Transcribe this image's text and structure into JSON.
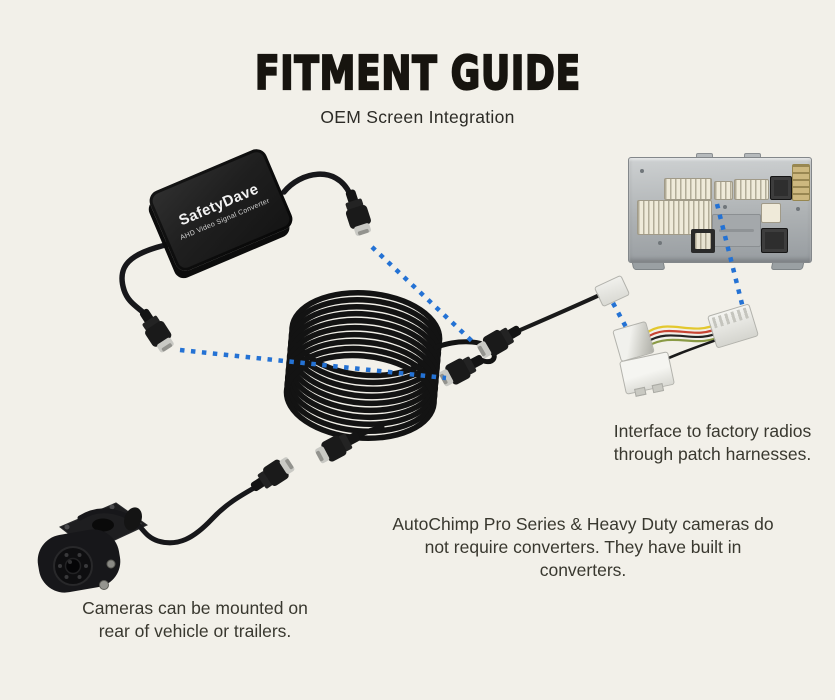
{
  "page": {
    "title": "FITMENT GUIDE",
    "subtitle": "OEM Screen Integration"
  },
  "converter_box": {
    "brand": "SafetyDave",
    "model": "AHD Video Signal Converter"
  },
  "notes": {
    "harness": "Interface to factory radios\nthrough patch harnesses.",
    "cameras": "AutoChimp Pro Series & Heavy Duty cameras do\nnot require converters. They have built in\nconverters.",
    "mounting": "Cameras can be mounted on\nrear of vehicle or trailers."
  },
  "colors": {
    "background": "#f2f0e9",
    "connection_dots": "#2472d4",
    "title_text": "#17140f",
    "body_text": "#39382f"
  }
}
